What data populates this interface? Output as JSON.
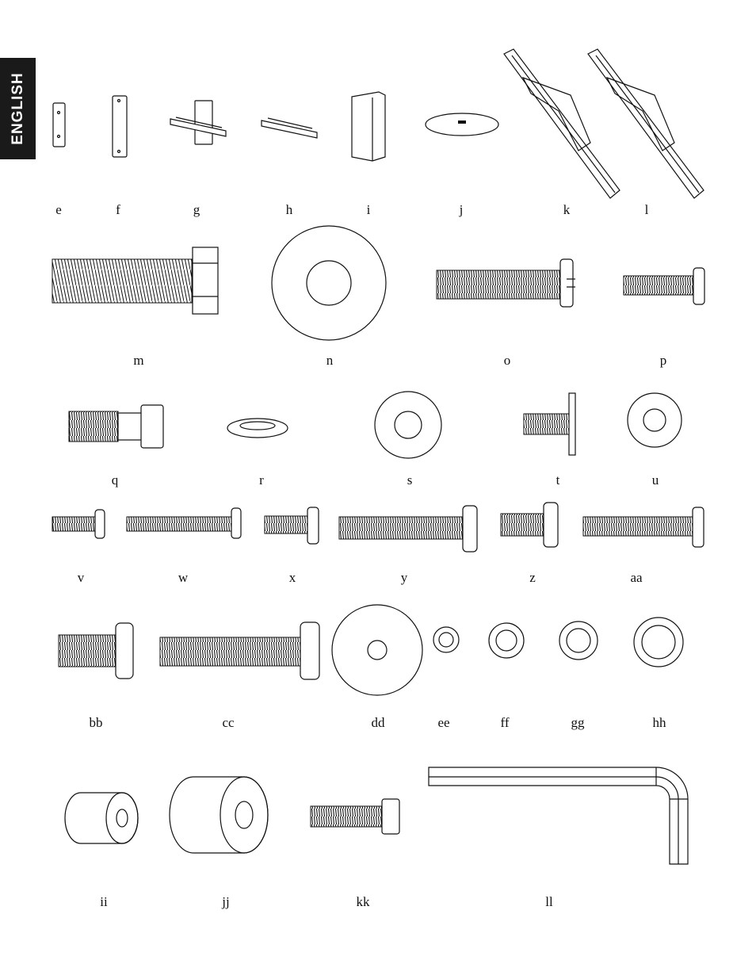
{
  "sidebar": {
    "language_tab": "ENGLISH"
  },
  "parts": [
    {
      "id": "e",
      "label": "e"
    },
    {
      "id": "f",
      "label": "f"
    },
    {
      "id": "g",
      "label": "g"
    },
    {
      "id": "h",
      "label": "h"
    },
    {
      "id": "i",
      "label": "i"
    },
    {
      "id": "j",
      "label": "j"
    },
    {
      "id": "k",
      "label": "k"
    },
    {
      "id": "l",
      "label": "l"
    },
    {
      "id": "m",
      "label": "m"
    },
    {
      "id": "n",
      "label": "n"
    },
    {
      "id": "o",
      "label": "o"
    },
    {
      "id": "p",
      "label": "p"
    },
    {
      "id": "q",
      "label": "q"
    },
    {
      "id": "r",
      "label": "r"
    },
    {
      "id": "s",
      "label": "s"
    },
    {
      "id": "t",
      "label": "t"
    },
    {
      "id": "u",
      "label": "u"
    },
    {
      "id": "v",
      "label": "v"
    },
    {
      "id": "w",
      "label": "w"
    },
    {
      "id": "x",
      "label": "x"
    },
    {
      "id": "y",
      "label": "y"
    },
    {
      "id": "z",
      "label": "z"
    },
    {
      "id": "aa",
      "label": "aa"
    },
    {
      "id": "bb",
      "label": "bb"
    },
    {
      "id": "cc",
      "label": "cc"
    },
    {
      "id": "dd",
      "label": "dd"
    },
    {
      "id": "ee",
      "label": "ee"
    },
    {
      "id": "ff",
      "label": "ff"
    },
    {
      "id": "gg",
      "label": "gg"
    },
    {
      "id": "hh",
      "label": "hh"
    },
    {
      "id": "ii",
      "label": "ii"
    },
    {
      "id": "jj",
      "label": "jj"
    },
    {
      "id": "kk",
      "label": "kk"
    },
    {
      "id": "ll",
      "label": "ll"
    }
  ],
  "colors": {
    "tab_bg": "#1a1a1a",
    "tab_text": "#ffffff",
    "ink": "#111111"
  }
}
